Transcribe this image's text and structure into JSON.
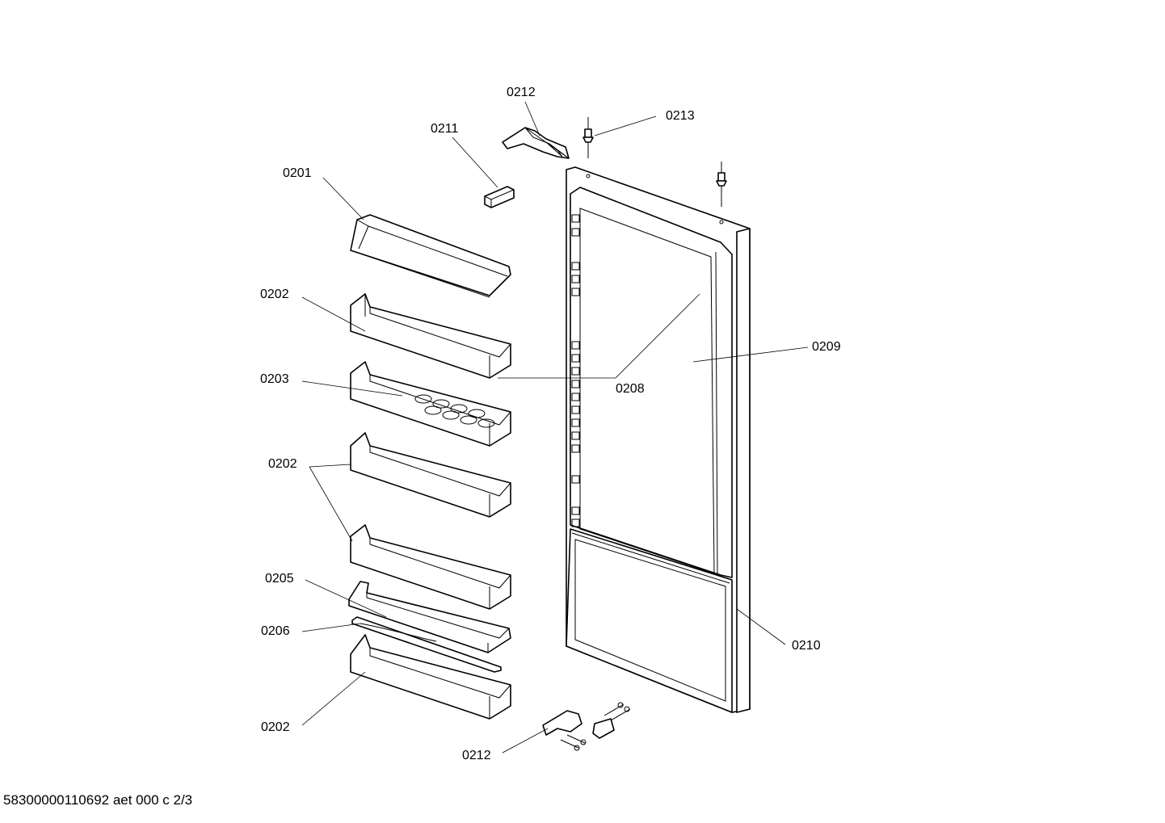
{
  "labels": {
    "l0201": "0201",
    "l0202a": "0202",
    "l0202b": "0202",
    "l0202c": "0202",
    "l0203": "0203",
    "l0205": "0205",
    "l0206": "0206",
    "l0208": "0208",
    "l0209": "0209",
    "l0210": "0210",
    "l0211": "0211",
    "l0212a": "0212",
    "l0212b": "0212",
    "l0213": "0213"
  },
  "footer": "58300000110692 aet 000 c 2/3"
}
